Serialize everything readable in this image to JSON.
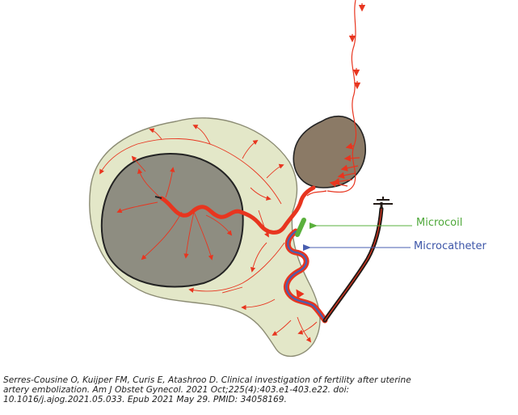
{
  "colors": {
    "uterus_fill": "#e3e7c8",
    "myoma_fill": "#8e8d81",
    "ovary_fill": "#8b7a66",
    "artery": "#e8351f",
    "catheter_blue": "#4a5fb0",
    "catheter_dark": "#241b17",
    "microcoil_green": "#5ab03c",
    "microcatheter_label": "#3c55a8",
    "microcoil_label": "#4fa83a"
  },
  "labels": {
    "microcoil": "Microcoil",
    "microcatheter": "Microcatheter"
  },
  "citation": {
    "line1": "Serres-Cousine O, Kuijper FM, Curis E, Atashroo D. Clinical investigation of fertility after uterine",
    "line2": "artery embolization. Am J Obstet Gynecol. 2021 Oct;225(4):403.e1-403.e22. doi:",
    "line3": "10.1016/j.ajog.2021.05.033. Epub 2021 May 29. PMID: 34058169."
  }
}
